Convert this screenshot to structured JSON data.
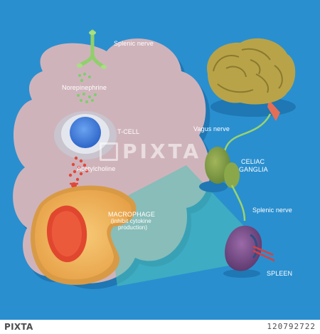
{
  "labels": {
    "splenic_nerve_top": "Splenic nerve",
    "norepinephrine": "Norepinephrine",
    "tcell": "T-CELL",
    "acetylcholine": "Acetylcholine",
    "macrophage": "MACROPHAGE",
    "macrophage_note_1": "(inhibit cytokine",
    "macrophage_note_2": "production)",
    "vagus_nerve": "Vagus nerve",
    "celiac_1": "CELIAC",
    "celiac_2": "GANGLIA",
    "splenic_nerve_right": "Splenic nerve",
    "spleen": "SPLEEN"
  },
  "watermark": {
    "text": "PIXTA"
  },
  "footer": {
    "brand": "PIXTA",
    "image_number": "120792722"
  },
  "colors": {
    "background": "#2a8fcf",
    "cloud": "#cfb3bb",
    "macrophage_body": "#f2b35e",
    "macrophage_nucleus": "#e0472e",
    "tcell": "#3f7fe0",
    "brain": "#b8a349",
    "ganglia": "#7f9b45",
    "spleen": "#7a4f86",
    "projection": "#4fc5b8"
  }
}
